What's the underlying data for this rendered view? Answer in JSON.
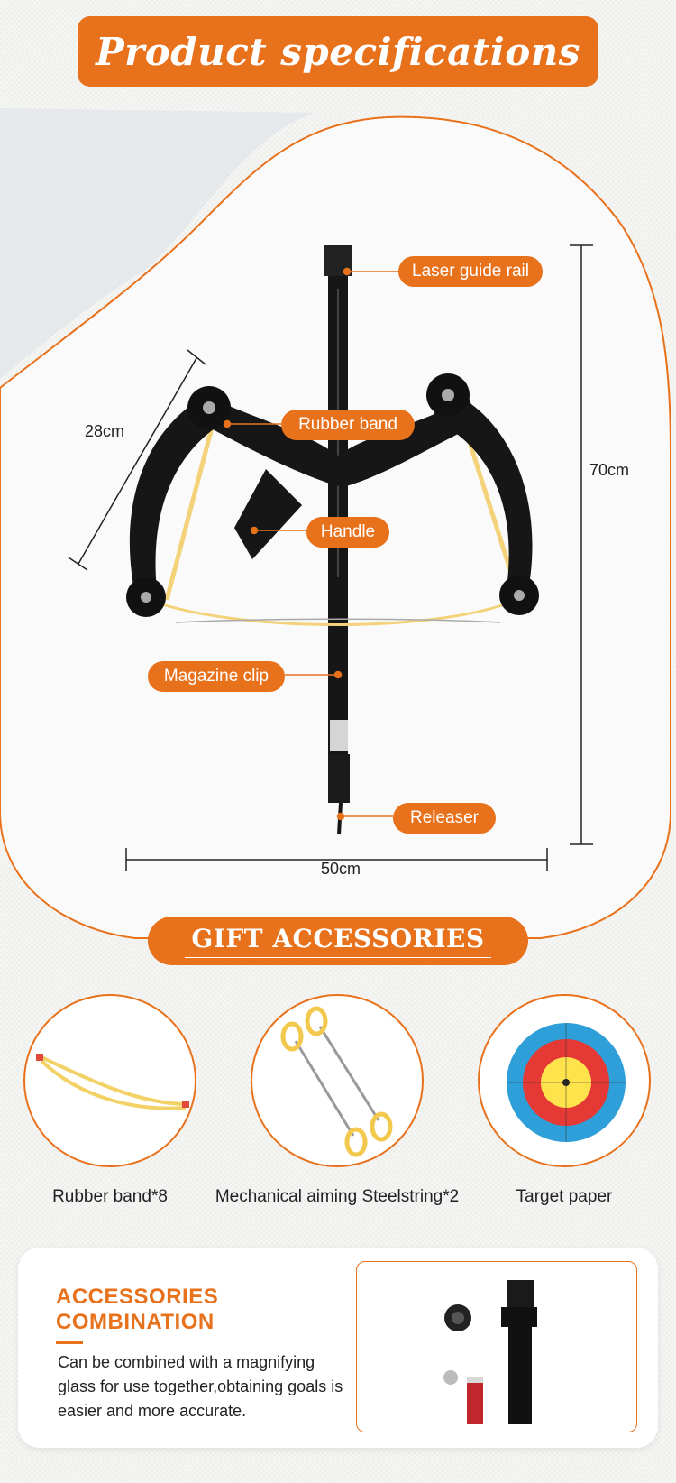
{
  "header": {
    "title": "Product specifications"
  },
  "dimensions": {
    "width": "28cm",
    "height": "70cm",
    "span": "50cm"
  },
  "labels": {
    "laser_rail": "Laser guide rail",
    "rubber_band": "Rubber band",
    "handle": "Handle",
    "magazine_clip": "Magazine clip",
    "releaser": "Releaser"
  },
  "gift": {
    "title": "GIFT ACCESSORIES",
    "items": [
      {
        "caption": "Rubber band*8"
      },
      {
        "caption": "Mechanical aiming Steelstring*2"
      },
      {
        "caption": "Target paper"
      }
    ]
  },
  "accessories": {
    "title_line1": "ACCESSORIES",
    "title_line2": "COMBINATION",
    "description": "Can be combined with a magnifying glass for use together,obtaining goals is easier and more accurate."
  },
  "colors": {
    "accent": "#e8711c",
    "text": "#222222",
    "bow": "#161616",
    "band": "#f3d27a"
  }
}
